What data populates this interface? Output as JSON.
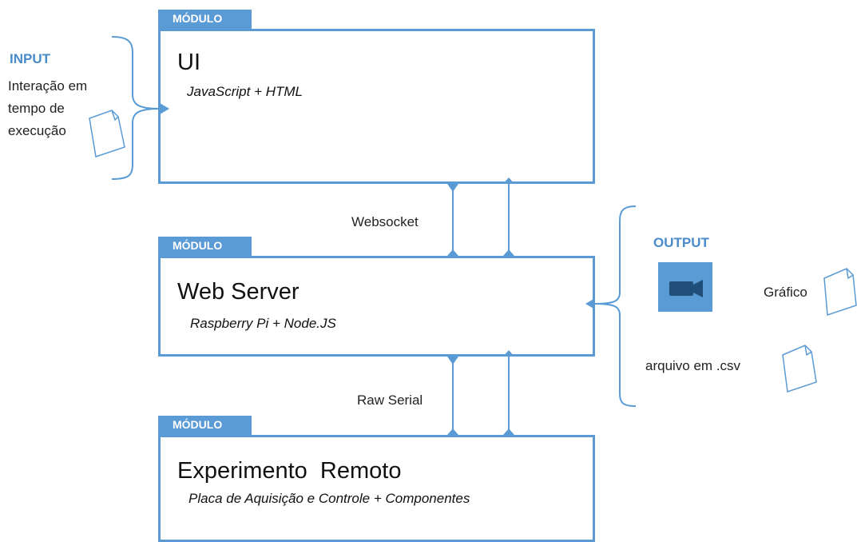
{
  "modules": [
    {
      "tab": "MÓDULO",
      "title": "UI",
      "subtitle": "JavaScript + HTML"
    },
    {
      "tab": "MÓDULO",
      "title": "Web Server",
      "subtitle": "Raspberry Pi  + Node.JS"
    },
    {
      "tab": "MÓDULO",
      "title": "Experimento  Remoto",
      "subtitle": "Placa de Aquisição e Controle + Componentes"
    }
  ],
  "connections": {
    "top": "Websocket",
    "bottom": "Raw Serial"
  },
  "input": {
    "title": "INPUT",
    "lines": [
      "Interação em",
      "tempo de",
      "execução"
    ],
    "doc_icon": "document-icon"
  },
  "output": {
    "title": "OUTPUT",
    "graph_label": "Gráfico",
    "csv_label": "arquivo em .csv",
    "camera_icon": "video-camera-icon",
    "doc_icon": "document-icon"
  },
  "colors": {
    "accent": "#5b9bd5",
    "output_title": "#4a8bc9",
    "camera_fill": "#1f4e79"
  }
}
